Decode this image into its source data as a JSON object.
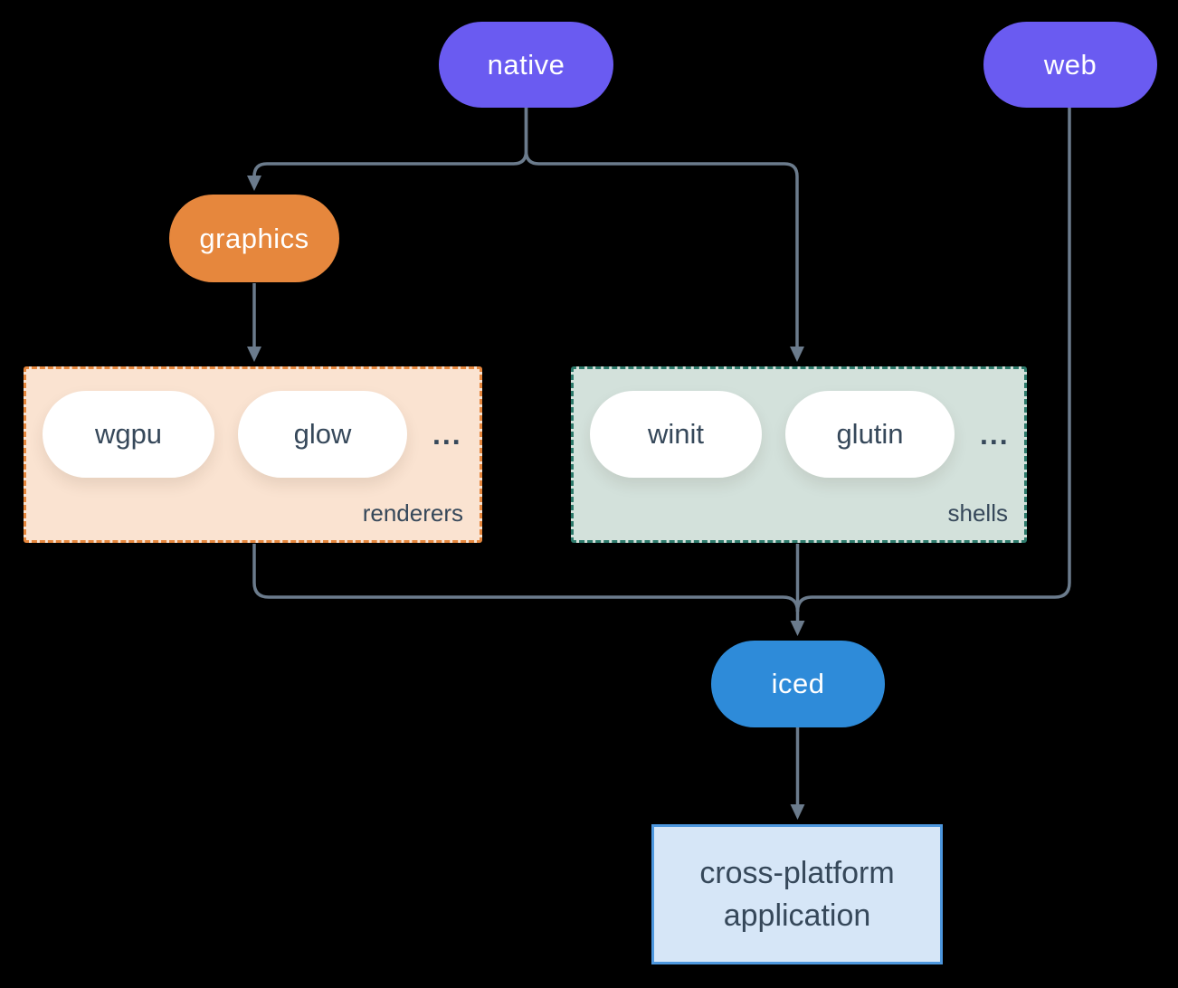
{
  "colors": {
    "background": "#000000",
    "line": "#6B7B8C",
    "node-purple": "#6A5BF1",
    "node-orange": "#E6873D",
    "node-blue": "#2E8BD9",
    "pill-text": "#FFFFFF",
    "dark-text": "#36485A",
    "chip-fill": "#FFFFFF",
    "renderers-fill": "#FAE3D1",
    "renderers-border": "#E6873D",
    "shells-fill": "#D3E1DB",
    "shells-border": "#2D7A6B",
    "app-fill": "#D6E6F7",
    "app-border": "#4D97DE"
  },
  "nodes": {
    "native": {
      "label": "native"
    },
    "web": {
      "label": "web"
    },
    "graphics": {
      "label": "graphics"
    },
    "iced": {
      "label": "iced"
    },
    "app": {
      "label_line1": "cross-platform",
      "label_line2": "application"
    }
  },
  "groups": {
    "renderers": {
      "label": "renderers",
      "items": [
        "wgpu",
        "glow"
      ],
      "ellipsis": "..."
    },
    "shells": {
      "label": "shells",
      "items": [
        "winit",
        "glutin"
      ],
      "ellipsis": "..."
    }
  }
}
